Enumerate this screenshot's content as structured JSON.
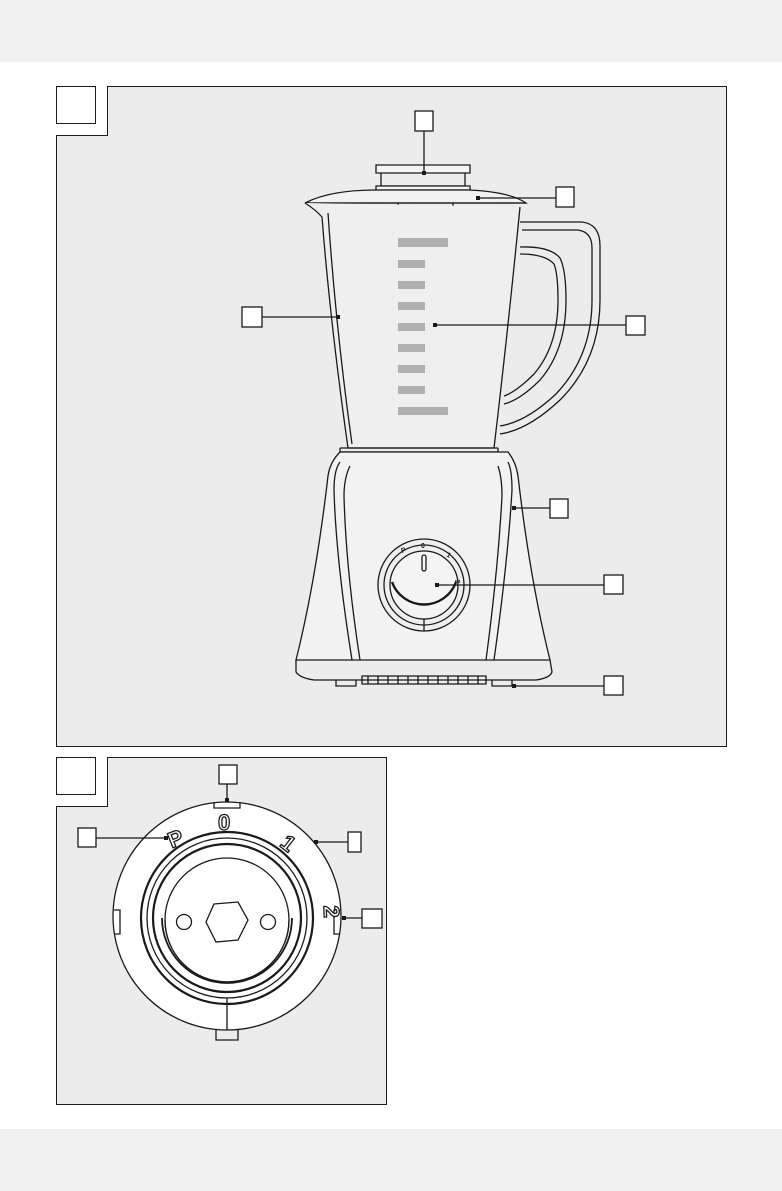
{
  "figure_a": {
    "label_boxes": 8
  },
  "figure_b": {
    "dial_labels": {
      "pulse": "P",
      "off": "0",
      "speed1": "1",
      "speed2": "2"
    },
    "label_boxes": 4
  },
  "jug_dial_labels": {
    "pulse": "P",
    "off": "0",
    "speed1": "1",
    "speed2": "2"
  }
}
